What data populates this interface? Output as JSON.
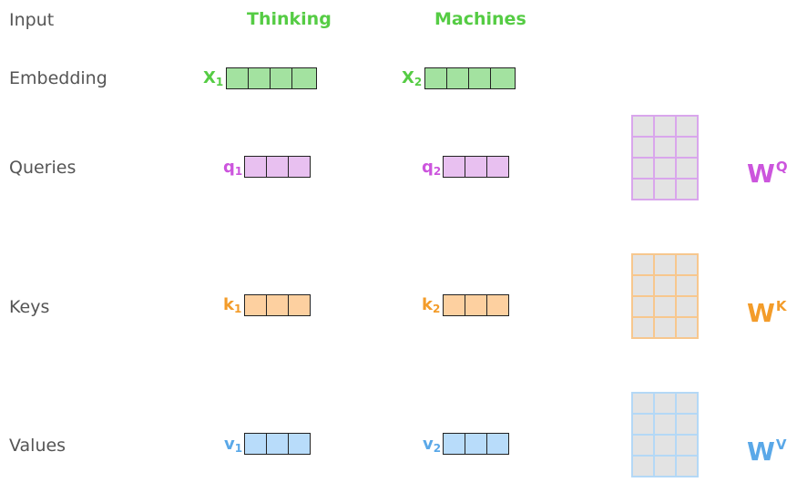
{
  "rows": {
    "input": "Input",
    "embedding": "Embedding",
    "queries": "Queries",
    "keys": "Keys",
    "values": "Values"
  },
  "words": [
    "Thinking",
    "Machines"
  ],
  "embeddings": [
    {
      "base": "X",
      "sub": "1"
    },
    {
      "base": "X",
      "sub": "2"
    }
  ],
  "queries": [
    {
      "base": "q",
      "sub": "1"
    },
    {
      "base": "q",
      "sub": "2"
    }
  ],
  "keys": [
    {
      "base": "k",
      "sub": "1"
    },
    {
      "base": "k",
      "sub": "2"
    }
  ],
  "values": [
    {
      "base": "v",
      "sub": "1"
    },
    {
      "base": "v",
      "sub": "2"
    }
  ],
  "weights": {
    "query": {
      "base": "W",
      "sup": "Q"
    },
    "key": {
      "base": "W",
      "sup": "K"
    },
    "value": {
      "base": "W",
      "sup": "V"
    }
  },
  "colors": {
    "green": "#55cc44",
    "green_fill": "#a3e2a0",
    "purple": "#cc55dd",
    "purple_fill": "#e8c0f0",
    "orange": "#f39c2a",
    "orange_fill": "#fdd0a0",
    "blue": "#5aa8e8",
    "blue_fill": "#b8dcfa",
    "matrix_purple": "#d9a6ec",
    "matrix_orange": "#f7c78e",
    "matrix_blue": "#b4d8f6"
  }
}
